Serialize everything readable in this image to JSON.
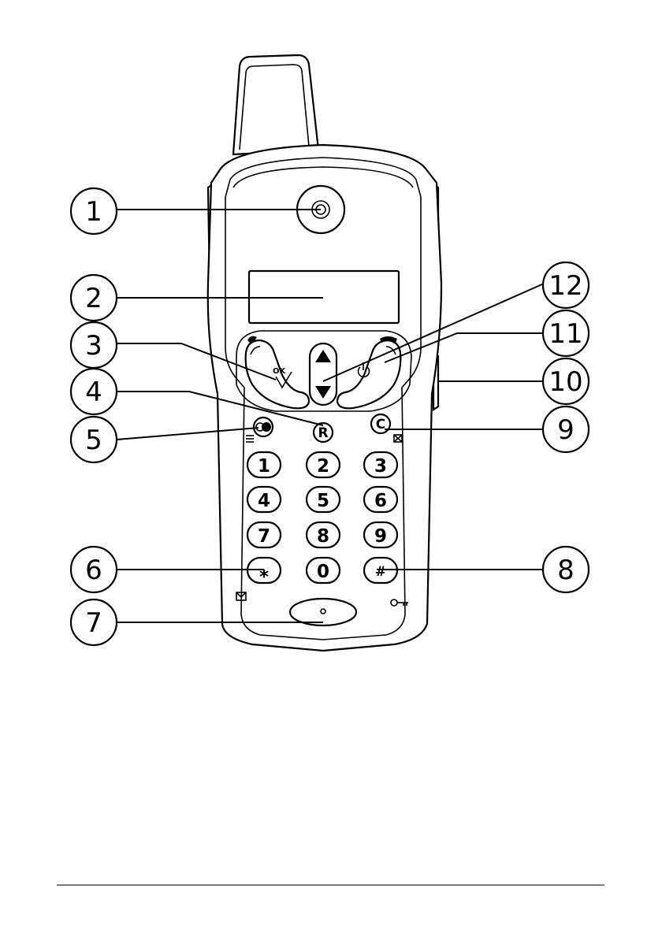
{
  "callouts": [
    "1",
    "2",
    "3",
    "4",
    "5",
    "6",
    "7",
    "8",
    "9",
    "10",
    "11",
    "12"
  ],
  "keypad": {
    "keys": [
      "1",
      "2",
      "3",
      "4",
      "5",
      "6",
      "7",
      "8",
      "9",
      "*",
      "0",
      "#"
    ],
    "recall": "R",
    "clear": "C",
    "ok": "OK"
  },
  "icons": {
    "earpiece": "earpiece-icon",
    "display": "display-window",
    "call": "handset-call-icon",
    "hangup": "handset-hangup-icon",
    "power": "power-icon",
    "nav_up": "triangle-up-icon",
    "nav_down": "triangle-down-icon",
    "menu": "menu-icon",
    "envelope": "envelope-icon",
    "key_lock": "key-lock-icon",
    "mute": "mute-icon",
    "microphone": "microphone-icon"
  }
}
